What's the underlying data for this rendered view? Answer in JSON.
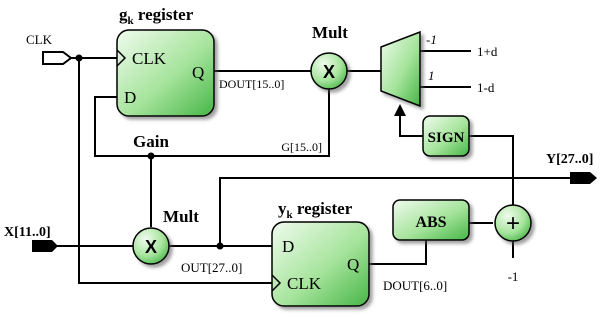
{
  "blocks": {
    "gk_register": {
      "title_base": "g",
      "title_sub": "k",
      "title_rest": " register",
      "port_clk": "CLK",
      "port_d": "D",
      "port_q": "Q"
    },
    "yk_register": {
      "title_base": "y",
      "title_sub": "k",
      "title_rest": " register",
      "port_d": "D",
      "port_clk": "CLK",
      "port_q": "Q"
    },
    "sign": "SIGN",
    "abs": "ABS"
  },
  "operators": {
    "mult_top": {
      "label": "Mult",
      "symbol": "X"
    },
    "mult_bottom": {
      "label": "Mult",
      "symbol": "X"
    },
    "adder": {
      "symbol": "+"
    }
  },
  "signals": {
    "clk": "CLK",
    "gk_out": "DOUT[15..0]",
    "gain_label": "Gain",
    "gain_bus": "G[15..0]",
    "x_in": "X[11..0]",
    "mult_out": "OUT[27..0]",
    "yk_out": "DOUT[6..0]",
    "y_out": "Y[27..0]",
    "adder_const": "-1"
  },
  "mux": {
    "in_top_sel": "-1",
    "in_top_val": "1+d",
    "in_bot_sel": "1",
    "in_bot_val": "1-d"
  },
  "colors": {
    "block_fill_light": "#f0fbee",
    "block_fill_dark": "#46b546",
    "wire": "#000000"
  }
}
